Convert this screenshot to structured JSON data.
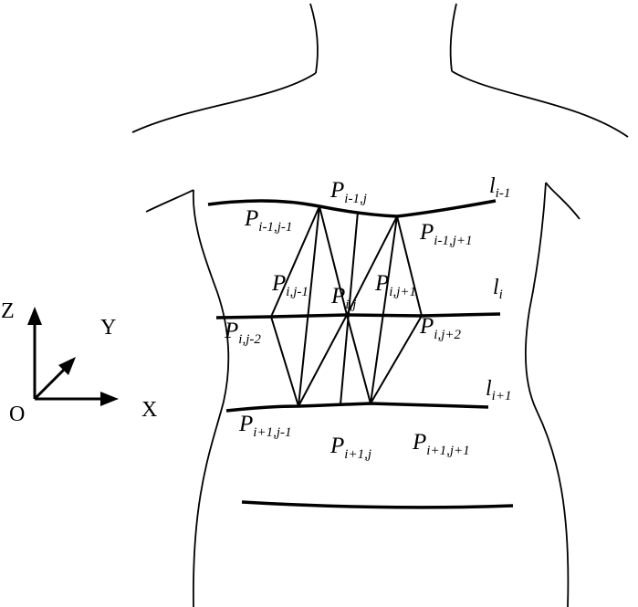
{
  "axes": {
    "z_label": "Z",
    "y_label": "Y",
    "x_label": "X",
    "origin_label": "O"
  },
  "lines": [
    {
      "id": "l_i_minus_1",
      "base": "l",
      "sub": "i-1"
    },
    {
      "id": "l_i",
      "base": "l",
      "sub": "i"
    },
    {
      "id": "l_i_plus_1",
      "base": "l",
      "sub": "i+1"
    }
  ],
  "points": [
    {
      "id": "P_im1_j",
      "base": "P",
      "sub": "i-1,j"
    },
    {
      "id": "P_im1_jm1",
      "base": "P",
      "sub": "i-1,j-1"
    },
    {
      "id": "P_im1_jp1",
      "base": "P",
      "sub": "i-1,j+1"
    },
    {
      "id": "P_i_jm1",
      "base": "P",
      "sub": "i,j-1"
    },
    {
      "id": "P_i_j",
      "base": "P",
      "sub": "i,j"
    },
    {
      "id": "P_i_jp1",
      "base": "P",
      "sub": "i,j+1"
    },
    {
      "id": "P_i_jm2",
      "base": "P",
      "sub": "i,j-2"
    },
    {
      "id": "P_i_jp2",
      "base": "P",
      "sub": "i,j+2"
    },
    {
      "id": "P_ip1_jm1",
      "base": "P",
      "sub": "i+1,j-1"
    },
    {
      "id": "P_ip1_j",
      "base": "P",
      "sub": "i+1,j"
    },
    {
      "id": "P_ip1_jp1",
      "base": "P",
      "sub": "i+1,j+1"
    }
  ]
}
